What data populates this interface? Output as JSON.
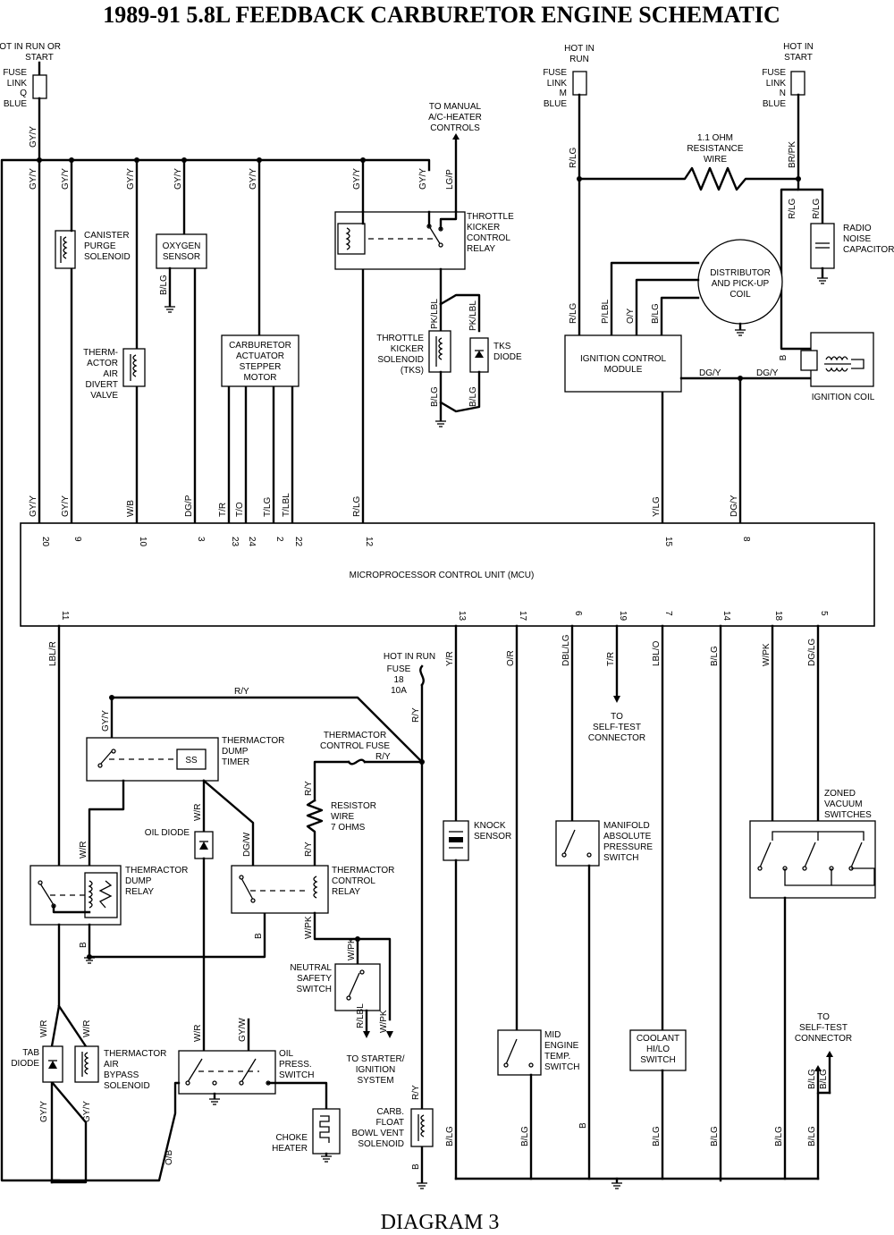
{
  "title": "1989-91 5.8L FEEDBACK CARBURETOR ENGINE SCHEMATIC",
  "caption": "DIAGRAM 3",
  "colors": {
    "ink": "#000000",
    "paper": "#ffffff"
  },
  "power": {
    "left": [
      "HOT IN RUN OR",
      "START",
      "FUSE",
      "LINK",
      "Q",
      "BLUE"
    ],
    "mid": [
      "HOT IN",
      "RUN",
      "FUSE",
      "LINK",
      "M",
      "BLUE"
    ],
    "right": [
      "HOT IN",
      "START",
      "FUSE",
      "LINK",
      "N",
      "BLUE"
    ],
    "fuse18": [
      "HOT IN RUN",
      "FUSE",
      "18",
      "10A"
    ]
  },
  "components": {
    "canister": [
      "CANISTER",
      "PURGE",
      "SOLENOID"
    ],
    "oxygen": [
      "OXYGEN",
      "SENSOR"
    ],
    "thermactor_divert": [
      "THERM-",
      "ACTOR",
      "AIR",
      "DIVERT",
      "VALVE"
    ],
    "carb_stepper": [
      "CARBURETOR",
      "ACTUATOR",
      "STEPPER",
      "MOTOR"
    ],
    "manual_ac": [
      "TO MANUAL",
      "A/C-HEATER",
      "CONTROLS"
    ],
    "kicker_relay": [
      "THROTTLE",
      "KICKER",
      "CONTROL",
      "RELAY"
    ],
    "kicker_solenoid": [
      "THROTTLE",
      "KICKER",
      "SOLENOID",
      "(TKS)"
    ],
    "tks_diode": [
      "TKS",
      "DIODE"
    ],
    "resistance_wire": [
      "1.1 OHM",
      "RESISTANCE",
      "WIRE"
    ],
    "distributor": [
      "DISTRIBUTOR",
      "AND PICK-UP",
      "COIL"
    ],
    "radio_cap": [
      "RADIO",
      "NOISE",
      "CAPACITOR"
    ],
    "icm": [
      "IGNITION CONTROL",
      "MODULE"
    ],
    "ignition_coil": "IGNITION COIL",
    "mcu": "MICROPROCESSOR CONTROL UNIT (MCU)",
    "dump_timer": [
      "THERMACTOR",
      "DUMP",
      "TIMER"
    ],
    "ss": "SS",
    "oil_diode": "OIL DIODE",
    "control_fuse": [
      "THERMACTOR",
      "CONTROL FUSE"
    ],
    "resistor": [
      "RESISTOR",
      "WIRE",
      "7 OHMS"
    ],
    "dump_relay": [
      "THEMRACTOR",
      "DUMP",
      "RELAY"
    ],
    "control_relay": [
      "THERMACTOR",
      "CONTROL",
      "RELAY"
    ],
    "neutral": [
      "NEUTRAL",
      "SAFETY",
      "SWITCH"
    ],
    "starter": [
      "TO STARTER/",
      "IGNITION",
      "SYSTEM"
    ],
    "tab_diode": [
      "TAB",
      "DIODE"
    ],
    "bypass": [
      "THERMACTOR",
      "AIR",
      "BYPASS",
      "SOLENOID"
    ],
    "oil_press": [
      "OIL",
      "PRESS.",
      "SWITCH"
    ],
    "choke": [
      "CHOKE",
      "HEATER"
    ],
    "float_vent": [
      "CARB.",
      "FLOAT",
      "BOWL VENT",
      "SOLENOID"
    ],
    "knock": [
      "KNOCK",
      "SENSOR"
    ],
    "map": [
      "MANIFOLD",
      "ABSOLUTE",
      "PRESSURE",
      "SWITCH"
    ],
    "self_test_1": [
      "TO",
      "SELF-TEST",
      "CONNECTOR"
    ],
    "mid_temp": [
      "MID",
      "ENGINE",
      "TEMP.",
      "SWITCH"
    ],
    "coolant": [
      "COOLANT",
      "HI/LO",
      "SWITCH"
    ],
    "zoned": [
      "ZONED",
      "VACUUM",
      "SWITCHES"
    ],
    "self_test_2": [
      "TO",
      "SELF-TEST",
      "CONNECTOR"
    ],
    "coil_b": "B"
  },
  "mcu_top_pins": [
    "20",
    "9",
    "10",
    "3",
    "23",
    "24",
    "2",
    "22",
    "12",
    "15",
    "8"
  ],
  "mcu_top_wires": [
    "GY/Y",
    "GY/Y",
    "W/B",
    "DG/P",
    "T/R",
    "T/O",
    "T/LG",
    "T/LBL",
    "R/LG",
    "Y/LG",
    "DG/Y"
  ],
  "mcu_bot_pins": [
    "11",
    "13",
    "17",
    "6",
    "19",
    "7",
    "14",
    "18",
    "5"
  ],
  "mcu_bot_wires": [
    "LBL/R",
    "Y/R",
    "O/R",
    "DBL/LG",
    "T/R",
    "LBL/O",
    "B/LG",
    "W/PK",
    "DG/LG"
  ],
  "wire_labels": {
    "fuse_q_out": "GY/Y",
    "bus_drops": [
      "GY/Y",
      "GY/Y",
      "GY/Y",
      "GY/Y",
      "GY/Y",
      "GY/Y",
      "GY/Y",
      "LG/P"
    ],
    "oxy_ground": "B/LG",
    "tks_top": [
      "PK/LBL",
      "PK/LBL"
    ],
    "tks_bot": [
      "B/LG",
      "B/LG"
    ],
    "fuse_m_out": "R/LG",
    "fuse_n_out": "BR/PK",
    "coil_feeds": [
      "R/LG",
      "R/LG"
    ],
    "icm_in": [
      "R/LG",
      "P/LBL",
      "O/Y",
      "B/LG"
    ],
    "icm_out": [
      "DG/Y",
      "DG/Y"
    ],
    "lower": {
      "ry_top": "R/Y",
      "gyy_timer": "GY/Y",
      "wr_timer": "W/R",
      "dgw": "DG/W",
      "ry_fuse18": "R/Y",
      "ry_cfuse": "R/Y",
      "ry_resistor_top": "R/Y",
      "ry_resistor_bot": "R/Y",
      "wpk_relay": "W/PK",
      "wpk_neutral": "W/PK",
      "rlbl": "R/LBL",
      "wpk_starter": "W/PK",
      "wr_dump": "W/R",
      "b_dump": "B",
      "b_control": "B",
      "wr_tab_l": "W/R",
      "wr_tab_r": "W/R",
      "gyy_tab_l": "GY/Y",
      "gyy_tab_r": "GY/Y",
      "wr_oil": "W/R",
      "gyw": "GY/W",
      "ob": "O/B",
      "ry_float": "R/Y",
      "b_float": "B",
      "blg_knock": "B/LG",
      "blg_midtemp": "B/LG",
      "b_map": "B",
      "blg_coolant": "B/LG",
      "blg_14": "B/LG",
      "blg_zoned": "B/LG",
      "blg_selftest_a": "B/LG",
      "blg_selftest_b": "B/LG"
    }
  }
}
